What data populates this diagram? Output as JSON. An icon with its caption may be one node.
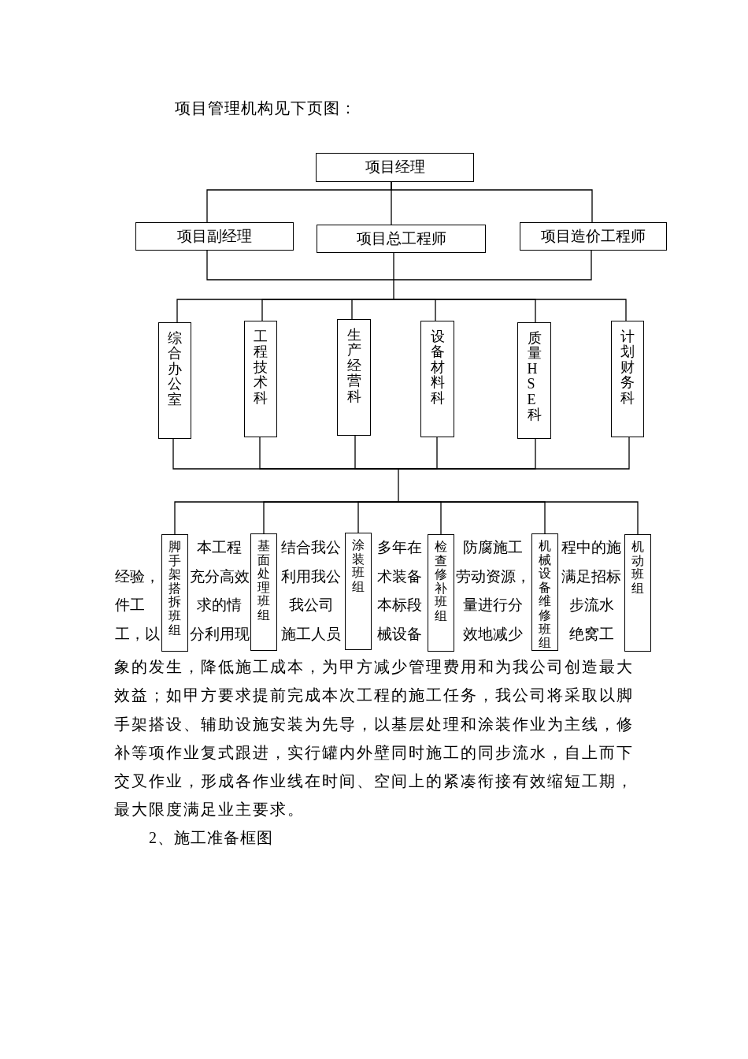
{
  "diagram": {
    "title": "项目管理机构见下页图：",
    "nodes": [
      {
        "text": [
          "项目经理"
        ]
      },
      {
        "text": [
          "项目副经理"
        ]
      },
      {
        "text": [
          "项目总工程师"
        ]
      },
      {
        "text": [
          "项目造价工程师"
        ]
      },
      {
        "text": [
          "综合办公室"
        ]
      },
      {
        "text": [
          "工程技术科"
        ]
      },
      {
        "text": [
          "生产经营科"
        ]
      },
      {
        "text": [
          "设备材料科"
        ]
      },
      {
        "text": [
          "质量HSE科"
        ]
      },
      {
        "text": [
          "计划财务科"
        ]
      },
      {
        "text": [
          "脚手架搭拆班组"
        ]
      },
      {
        "text": [
          "基面处理班组"
        ]
      },
      {
        "text": [
          "涂装班组"
        ]
      },
      {
        "text": [
          "检查修补班组"
        ]
      },
      {
        "text": [
          "机械设备维修班组"
        ]
      },
      {
        "text": [
          "机动班组"
        ]
      }
    ],
    "edges": [
      {
        "from": 0,
        "to": 1,
        "arrow": "none"
      },
      {
        "from": 0,
        "to": 2,
        "arrow": "none"
      },
      {
        "from": 0,
        "to": 3,
        "arrow": "none"
      },
      {
        "from": 1,
        "to": 4,
        "arrow": "none"
      },
      {
        "from": 1,
        "to": 5,
        "arrow": "none"
      },
      {
        "from": 1,
        "to": 6,
        "arrow": "none"
      },
      {
        "from": 1,
        "to": 7,
        "arrow": "none"
      },
      {
        "from": 1,
        "to": 8,
        "arrow": "none"
      },
      {
        "from": 1,
        "to": 9,
        "arrow": "none"
      },
      {
        "from": 2,
        "to": 4,
        "arrow": "none"
      },
      {
        "from": 2,
        "to": 5,
        "arrow": "none"
      },
      {
        "from": 2,
        "to": 6,
        "arrow": "none"
      },
      {
        "from": 2,
        "to": 7,
        "arrow": "none"
      },
      {
        "from": 2,
        "to": 8,
        "arrow": "none"
      },
      {
        "from": 2,
        "to": 9,
        "arrow": "none"
      },
      {
        "from": 3,
        "to": 4,
        "arrow": "none"
      },
      {
        "from": 3,
        "to": 5,
        "arrow": "none"
      },
      {
        "from": 3,
        "to": 6,
        "arrow": "none"
      },
      {
        "from": 3,
        "to": 7,
        "arrow": "none"
      },
      {
        "from": 3,
        "to": 8,
        "arrow": "none"
      },
      {
        "from": 3,
        "to": 9,
        "arrow": "none"
      },
      {
        "from": 4,
        "to": 10,
        "arrow": "none"
      },
      {
        "from": 4,
        "to": 11,
        "arrow": "none"
      },
      {
        "from": 4,
        "to": 12,
        "arrow": "none"
      },
      {
        "from": 4,
        "to": 13,
        "arrow": "none"
      },
      {
        "from": 4,
        "to": 14,
        "arrow": "none"
      },
      {
        "from": 4,
        "to": 15,
        "arrow": "none"
      },
      {
        "from": 5,
        "to": 10,
        "arrow": "none"
      },
      {
        "from": 5,
        "to": 11,
        "arrow": "none"
      },
      {
        "from": 5,
        "to": 12,
        "arrow": "none"
      },
      {
        "from": 5,
        "to": 13,
        "arrow": "none"
      },
      {
        "from": 5,
        "to": 14,
        "arrow": "none"
      },
      {
        "from": 5,
        "to": 15,
        "arrow": "none"
      },
      {
        "from": 6,
        "to": 10,
        "arrow": "none"
      },
      {
        "from": 6,
        "to": 11,
        "arrow": "none"
      },
      {
        "from": 6,
        "to": 12,
        "arrow": "none"
      },
      {
        "from": 6,
        "to": 13,
        "arrow": "none"
      },
      {
        "from": 6,
        "to": 14,
        "arrow": "none"
      },
      {
        "from": 6,
        "to": 15,
        "arrow": "none"
      },
      {
        "from": 7,
        "to": 10,
        "arrow": "none"
      },
      {
        "from": 7,
        "to": 11,
        "arrow": "none"
      },
      {
        "from": 7,
        "to": 12,
        "arrow": "none"
      },
      {
        "from": 7,
        "to": 13,
        "arrow": "none"
      },
      {
        "from": 7,
        "to": 14,
        "arrow": "none"
      },
      {
        "from": 7,
        "to": 15,
        "arrow": "none"
      },
      {
        "from": 8,
        "to": 10,
        "arrow": "none"
      },
      {
        "from": 8,
        "to": 11,
        "arrow": "none"
      },
      {
        "from": 8,
        "to": 12,
        "arrow": "none"
      },
      {
        "from": 8,
        "to": 13,
        "arrow": "none"
      },
      {
        "from": 8,
        "to": 14,
        "arrow": "none"
      },
      {
        "from": 8,
        "to": 15,
        "arrow": "none"
      },
      {
        "from": 9,
        "to": 10,
        "arrow": "none"
      },
      {
        "from": 9,
        "to": 11,
        "arrow": "none"
      },
      {
        "from": 9,
        "to": 12,
        "arrow": "none"
      },
      {
        "from": 9,
        "to": 13,
        "arrow": "none"
      },
      {
        "from": 9,
        "to": 14,
        "arrow": "none"
      },
      {
        "from": 9,
        "to": 15,
        "arrow": "none"
      }
    ],
    "labels": [
      "本工程",
      "结合我公",
      "多年在",
      "防腐施工",
      "程中的施",
      "经验，",
      "充分高效",
      "利用我公",
      "术装备",
      "劳动资源，",
      "满足招标",
      "件工",
      "求的情",
      "我公司",
      "本标段",
      "量进行分",
      "步流水",
      "工，以",
      "分利用现",
      "施工人员",
      "械设备",
      "效地减少",
      "绝窝工",
      "象的发生，降低施工成本，为甲方减少管理费用和为我公司创造最大效益；如甲方要求提前完成本次工程的施工任务，我公司将采取以脚手架搭设、辅助设施安装为先导，以基层处理和涂装作业为主线，修补等项作业复式跟进，实行罐内外壁同时施工的同步流水，自上而下交叉作业，形成各作业线在时间、空间上的紧凑衔接有效缩短工期，最大限度满足业主要求。",
      "2、施工准备框图"
    ]
  }
}
